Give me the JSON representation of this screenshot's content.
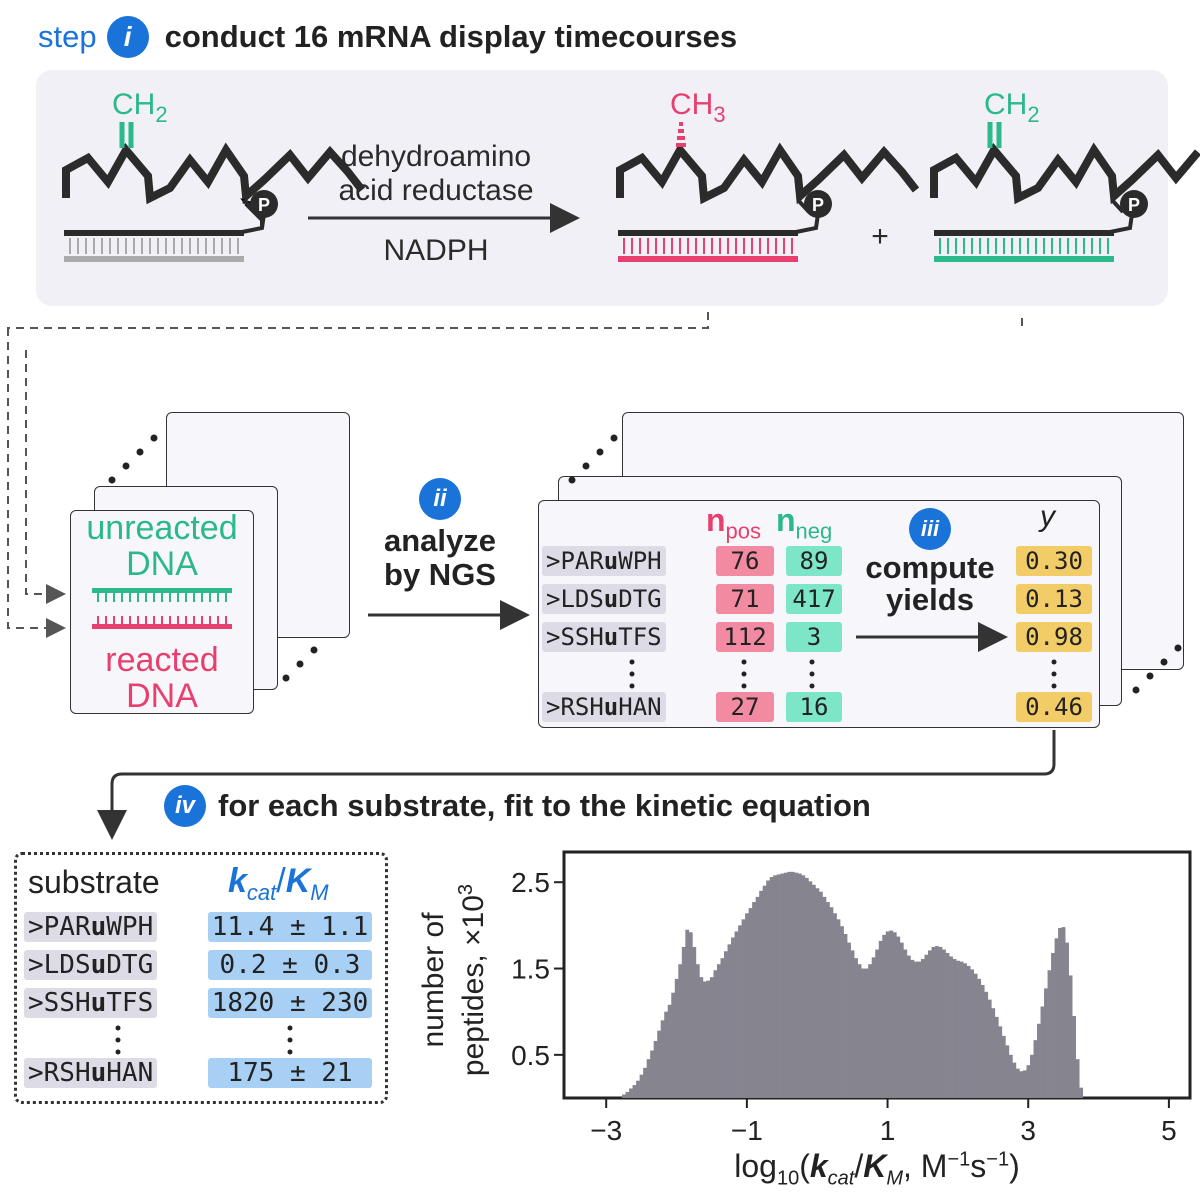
{
  "step_i": {
    "prefix": "step",
    "numeral": "i",
    "title": "conduct 16 mRNA display timecourses"
  },
  "reaction": {
    "left_group": "CH",
    "left_group_sub": "2",
    "product_group": "CH",
    "product_group_sub": "3",
    "right_group": "CH",
    "right_group_sub": "2",
    "enzyme_line1": "dehydroamino",
    "enzyme_line2": "acid reductase",
    "cofactor": "NADPH",
    "plus": "+",
    "phosphate_label": "P"
  },
  "dna_stack": {
    "unreacted_line1": "unreacted",
    "unreacted_line2": "DNA",
    "reacted_line1": "reacted",
    "reacted_line2": "DNA"
  },
  "step_ii": {
    "numeral": "ii",
    "line1": "analyze",
    "line2": "by NGS"
  },
  "ngs_table": {
    "npos_main": "n",
    "npos_sub": "pos",
    "nneg_main": "n",
    "nneg_sub": "neg",
    "y_header": "y",
    "rows": [
      {
        "pre": ">PAR",
        "u": "u",
        "post": "WPH",
        "npos": "76",
        "nneg": "89",
        "y": "0.30"
      },
      {
        "pre": ">LDS",
        "u": "u",
        "post": "DTG",
        "npos": "71",
        "nneg": "417",
        "y": "0.13"
      },
      {
        "pre": ">SSH",
        "u": "u",
        "post": "TFS",
        "npos": "112",
        "nneg": "3",
        "y": "0.98"
      },
      {
        "pre": ">RSH",
        "u": "u",
        "post": "HAN",
        "npos": "27",
        "nneg": "16",
        "y": "0.46"
      }
    ]
  },
  "step_iii": {
    "numeral": "iii",
    "line1": "compute",
    "line2": "yields"
  },
  "step_iv": {
    "numeral": "iv",
    "title": "for each substrate, fit to the kinetic equation"
  },
  "kinetic_table": {
    "substrate_header": "substrate",
    "k_main": "k",
    "k_sub": "cat",
    "slash": "/",
    "K_main": "K",
    "K_sub": "M",
    "rows": [
      {
        "pre": ">PAR",
        "u": "u",
        "post": "WPH",
        "val": "11.4 ± 1.1"
      },
      {
        "pre": ">LDS",
        "u": "u",
        "post": "DTG",
        "val": "0.2 ± 0.3"
      },
      {
        "pre": ">SSH",
        "u": "u",
        "post": "TFS",
        "val": "1820 ± 230"
      },
      {
        "pre": ">RSH",
        "u": "u",
        "post": "HAN",
        "val": "175 ± 21"
      }
    ]
  },
  "colors": {
    "accent_blue": "#1a73d9",
    "green": "#2bb88a",
    "pink": "#e8406e",
    "gray_bar": "#85848f"
  },
  "chart_data": {
    "type": "bar",
    "title": "",
    "xlabel_prefix": "log",
    "xlabel_sub": "10",
    "xlabel_open": "(",
    "xlabel_k": "k",
    "xlabel_k_sub": "cat",
    "xlabel_slash": "/",
    "xlabel_K": "K",
    "xlabel_K_sub": "M",
    "xlabel_units": ", M",
    "xlabel_exp1": "−1",
    "xlabel_s": "s",
    "xlabel_exp2": "−1",
    "xlabel_close": ")",
    "ylabel_line1": "number of",
    "ylabel_line2": "peptides, ×10",
    "ylabel_exp": "3",
    "xlim": [
      -3.6,
      5.3
    ],
    "ylim": [
      0,
      2.85
    ],
    "xticks": [
      -3,
      -1,
      1,
      3,
      5
    ],
    "xtick_labels": [
      "−3",
      "−1",
      "1",
      "3",
      "5"
    ],
    "yticks": [
      0.5,
      1.5,
      2.5
    ],
    "ytick_labels": [
      "0.5",
      "1.5",
      "2.5"
    ],
    "bin_width": 0.05,
    "x": [
      -2.75,
      -2.7,
      -2.65,
      -2.6,
      -2.55,
      -2.5,
      -2.45,
      -2.4,
      -2.35,
      -2.3,
      -2.25,
      -2.2,
      -2.15,
      -2.1,
      -2.05,
      -2.0,
      -1.95,
      -1.9,
      -1.85,
      -1.8,
      -1.75,
      -1.7,
      -1.65,
      -1.6,
      -1.55,
      -1.5,
      -1.45,
      -1.4,
      -1.35,
      -1.3,
      -1.25,
      -1.2,
      -1.15,
      -1.1,
      -1.05,
      -1.0,
      -0.95,
      -0.9,
      -0.85,
      -0.8,
      -0.75,
      -0.7,
      -0.65,
      -0.6,
      -0.55,
      -0.5,
      -0.45,
      -0.4,
      -0.35,
      -0.3,
      -0.25,
      -0.2,
      -0.15,
      -0.1,
      -0.05,
      0.0,
      0.05,
      0.1,
      0.15,
      0.2,
      0.25,
      0.3,
      0.35,
      0.4,
      0.45,
      0.5,
      0.55,
      0.6,
      0.65,
      0.7,
      0.75,
      0.8,
      0.85,
      0.9,
      0.95,
      1.0,
      1.05,
      1.1,
      1.15,
      1.2,
      1.25,
      1.3,
      1.35,
      1.4,
      1.45,
      1.5,
      1.55,
      1.6,
      1.65,
      1.7,
      1.75,
      1.8,
      1.85,
      1.9,
      1.95,
      2.0,
      2.05,
      2.1,
      2.15,
      2.2,
      2.25,
      2.3,
      2.35,
      2.4,
      2.45,
      2.5,
      2.55,
      2.6,
      2.65,
      2.7,
      2.75,
      2.8,
      2.85,
      2.9,
      2.95,
      3.0,
      3.05,
      3.1,
      3.15,
      3.2,
      3.25,
      3.3,
      3.35,
      3.4,
      3.45,
      3.5,
      3.55,
      3.6,
      3.65,
      3.7,
      3.75,
      3.8,
      3.85,
      3.9,
      3.95,
      4.0,
      4.05,
      4.1,
      4.15,
      4.2,
      4.25,
      4.3,
      4.35,
      4.4,
      4.45,
      4.5,
      4.55,
      4.6,
      4.65,
      4.7,
      4.75,
      4.8,
      4.85,
      4.9,
      4.95
    ],
    "values": [
      0.04,
      0.07,
      0.11,
      0.15,
      0.2,
      0.27,
      0.35,
      0.45,
      0.55,
      0.66,
      0.78,
      0.9,
      1.0,
      1.08,
      1.22,
      1.38,
      1.55,
      1.75,
      1.95,
      1.92,
      1.75,
      1.55,
      1.4,
      1.35,
      1.36,
      1.4,
      1.48,
      1.55,
      1.62,
      1.7,
      1.78,
      1.86,
      1.93,
      2.0,
      2.07,
      2.14,
      2.2,
      2.27,
      2.33,
      2.4,
      2.46,
      2.52,
      2.56,
      2.58,
      2.59,
      2.6,
      2.61,
      2.62,
      2.62,
      2.61,
      2.6,
      2.58,
      2.55,
      2.51,
      2.47,
      2.43,
      2.39,
      2.33,
      2.27,
      2.21,
      2.14,
      2.07,
      1.99,
      1.9,
      1.8,
      1.71,
      1.62,
      1.55,
      1.5,
      1.5,
      1.55,
      1.63,
      1.72,
      1.82,
      1.89,
      1.93,
      1.94,
      1.92,
      1.87,
      1.8,
      1.72,
      1.65,
      1.6,
      1.58,
      1.58,
      1.61,
      1.66,
      1.71,
      1.75,
      1.76,
      1.75,
      1.72,
      1.68,
      1.64,
      1.61,
      1.59,
      1.58,
      1.56,
      1.53,
      1.49,
      1.44,
      1.38,
      1.31,
      1.23,
      1.14,
      1.04,
      0.94,
      0.83,
      0.72,
      0.61,
      0.5,
      0.41,
      0.34,
      0.31,
      0.32,
      0.38,
      0.5,
      0.67,
      0.86,
      1.06,
      1.27,
      1.48,
      1.68,
      1.85,
      1.97,
      1.98,
      1.8,
      1.42,
      0.95,
      0.45,
      0.12
    ]
  }
}
